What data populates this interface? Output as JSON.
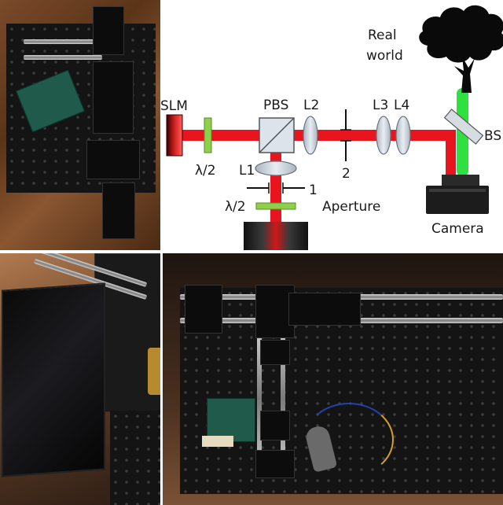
{
  "figure": {
    "panels": {
      "top_left_photo": {
        "kind": "photograph"
      },
      "bottom_left_photo": {
        "kind": "photograph"
      },
      "bottom_right_photo": {
        "kind": "photograph"
      }
    },
    "diagram": {
      "labels": {
        "slm": "SLM",
        "half_wave_1": "λ/2",
        "pbs": "PBS",
        "l2": "L2",
        "aperture_2": "2",
        "l3": "L3",
        "l4": "L4",
        "real_world": "Real",
        "real_world_2": "world",
        "bs": "BS",
        "l1": "L1",
        "aperture_1": "1",
        "half_wave_2": "λ/2",
        "aperture": "Aperture",
        "camera": "Camera"
      },
      "colors": {
        "laser_red": "#e8141e",
        "beam_green": "#30e040",
        "optic_fill": "#c8d0d8",
        "waveplate_green": "#8fd04a",
        "camera_dark": "#1c1c1c",
        "tree": "#0a0a0a"
      },
      "icons": [
        "tree-icon",
        "camera-icon",
        "laser-source-icon",
        "slm-icon"
      ]
    }
  }
}
